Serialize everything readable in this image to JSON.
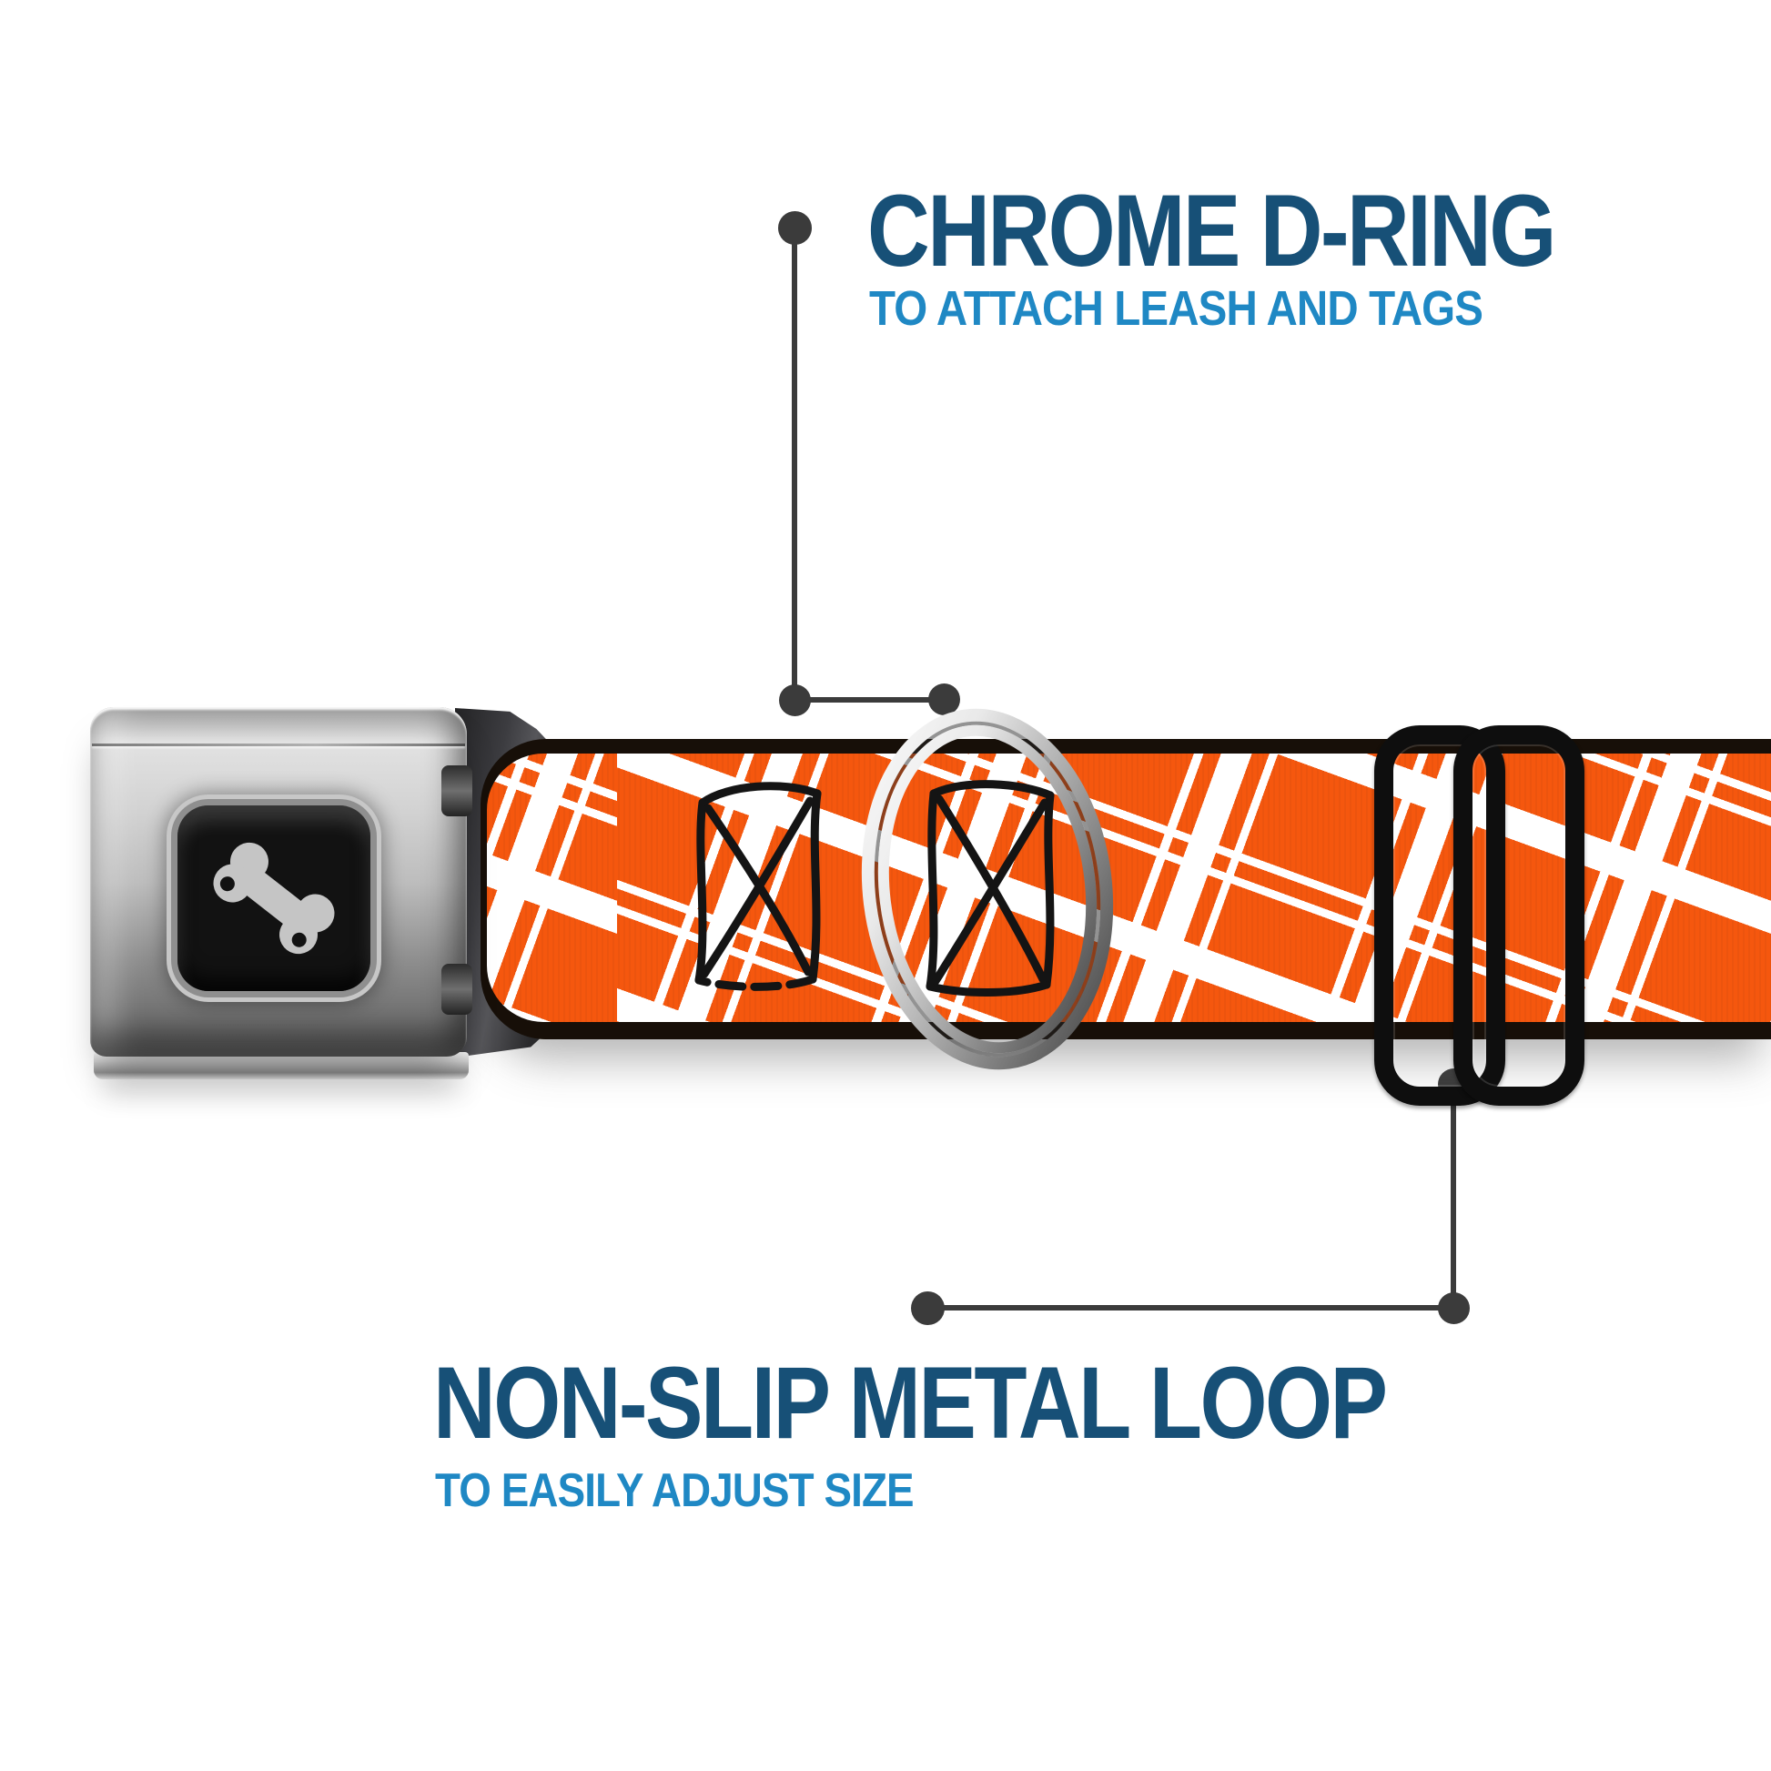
{
  "product": {
    "name": "seatbelt-buckle-dog-collar",
    "callouts": {
      "top": {
        "title": "CHROME D-RING",
        "subtitle": "TO ATTACH LEASH AND TAGS"
      },
      "bottom": {
        "title": "NON-SLIP METAL LOOP",
        "subtitle": "TO EASILY ADJUST SIZE"
      }
    },
    "colors": {
      "title_navy": "#175077",
      "subtitle_blue": "#1f88c4",
      "callout_gray": "#3b3b3b",
      "strap_orange": "#f5570e",
      "stripe_white": "#ffffff",
      "webbing_edge_black": "#170f08",
      "buckle_silver": "#c7c7c7",
      "latch_charcoal": "#3c3c40",
      "buckle_center_black": "#121212",
      "bone_gray": "#c5c5c5",
      "dring_chrome": "#bdbdbd",
      "adjuster_black": "#0e0e0e"
    },
    "icons": {
      "bone": "bone-icon",
      "d_ring": "d-ring",
      "triglide": "triglide-adjuster",
      "stitch_boxes": "x-stitch-marks"
    }
  }
}
